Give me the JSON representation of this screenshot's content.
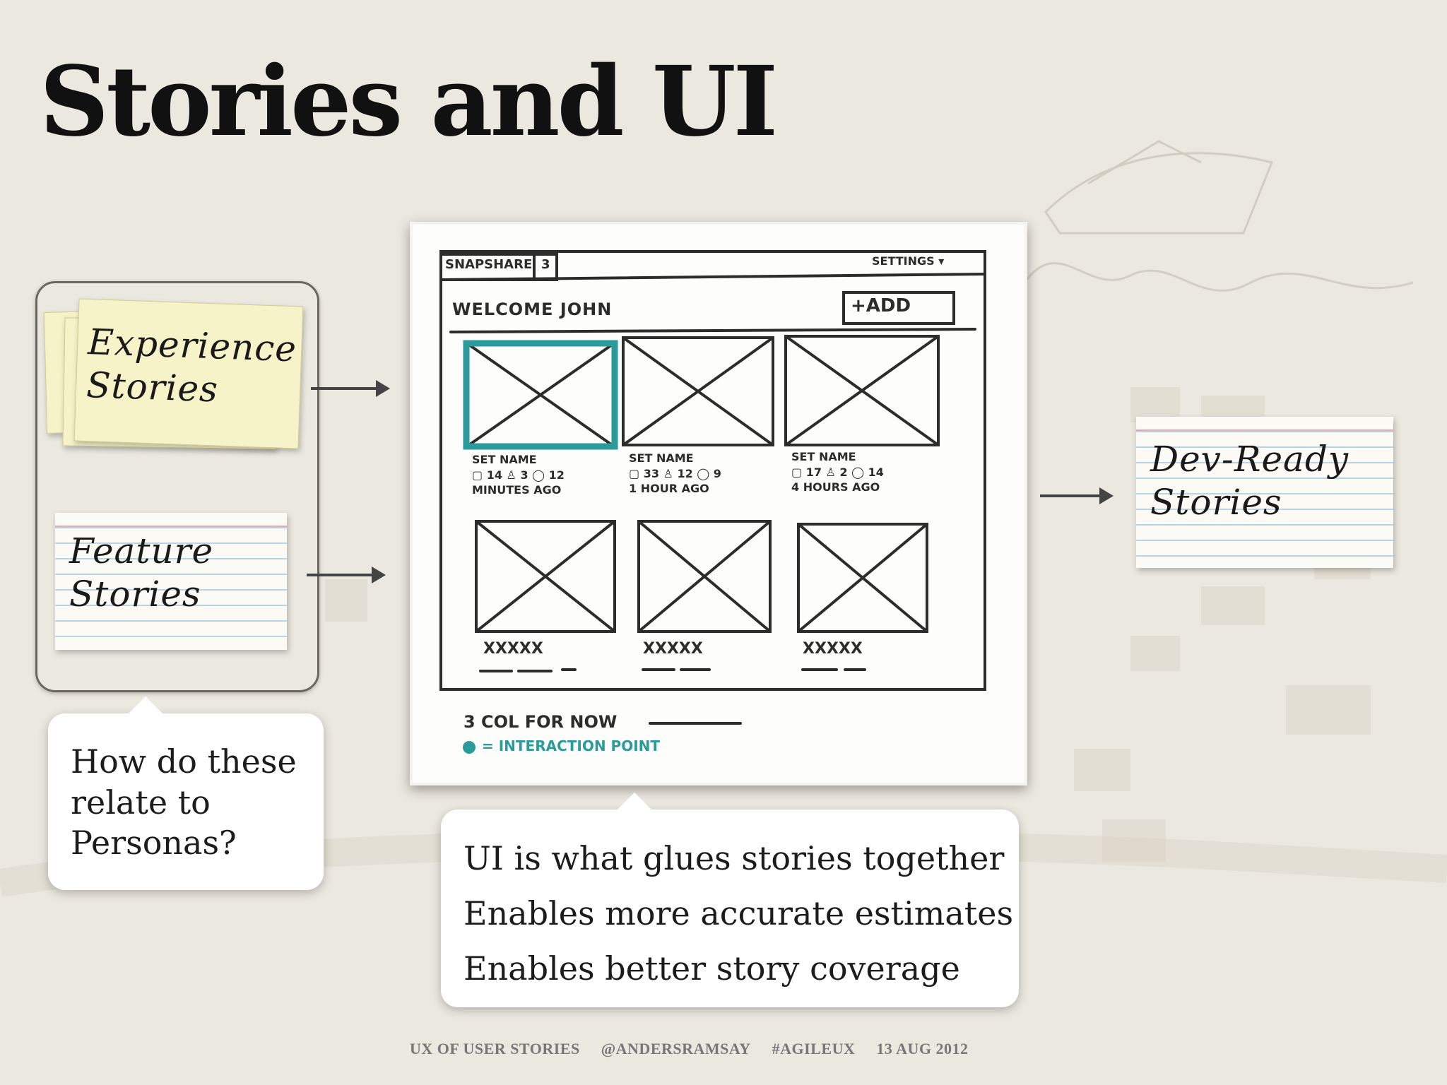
{
  "slide": {
    "title": "Stories and UI"
  },
  "cards": {
    "experience": [
      "Experience",
      "Stories"
    ],
    "feature": [
      "Feature",
      "Stories"
    ],
    "dev_ready": [
      "Dev-Ready",
      "Stories"
    ]
  },
  "personas_callout": {
    "lines": [
      "How do these",
      "relate to",
      "Personas?"
    ]
  },
  "ui_callout": {
    "lines": [
      "UI is what glues stories together",
      "Enables more accurate estimates",
      "Enables better story coverage"
    ]
  },
  "wireframe": {
    "app_name": "SNAPSHARE",
    "badge": "3",
    "settings_label": "SETTINGS ▾",
    "welcome": "WELCOME JOHN",
    "add_button": "+ADD",
    "tiles": [
      {
        "name": "SET NAME",
        "stats": "▢ 14  ♙ 3  ◯ 12",
        "time": "MINUTES AGO",
        "highlight": true
      },
      {
        "name": "SET NAME",
        "stats": "▢ 33  ♙ 12  ◯ 9",
        "time": "1 HOUR AGO",
        "highlight": false
      },
      {
        "name": "SET NAME",
        "stats": "▢ 17  ♙ 2  ◯ 14",
        "time": "4 HOURS AGO",
        "highlight": false
      },
      {
        "name": "XXXXX",
        "stats": "",
        "time": "",
        "highlight": false
      },
      {
        "name": "XXXXX",
        "stats": "",
        "time": "",
        "highlight": false
      },
      {
        "name": "XXXXX",
        "stats": "",
        "time": "",
        "highlight": false
      }
    ],
    "note_cols": "3 COL FOR NOW",
    "note_legend": "= INTERACTION POINT",
    "accent": "#2a9a9a"
  },
  "footer": {
    "items": [
      "UX OF USER STORIES",
      "@ANDERSRAMSAY",
      "#AGILEUX",
      "13 AUG 2012"
    ]
  }
}
